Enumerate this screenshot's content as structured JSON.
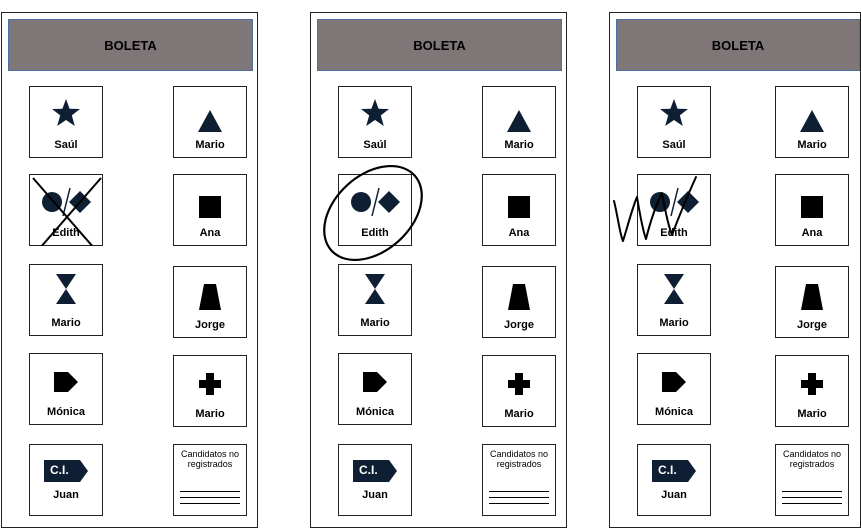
{
  "ballot_title": "BOLETA",
  "candidates": {
    "saul": "Saúl",
    "mario_1": "Mario",
    "edith": "Edith",
    "ana": "Ana",
    "mario_2": "Mario",
    "jorge": "Jorge",
    "monica": "Mónica",
    "mario_3": "Mario",
    "juan": "Juan"
  },
  "juan_badge": "C.I.",
  "write_in_label": "Candidatos no registrados",
  "symbol_color": "#0f1f33",
  "header_color": "#7f7777"
}
